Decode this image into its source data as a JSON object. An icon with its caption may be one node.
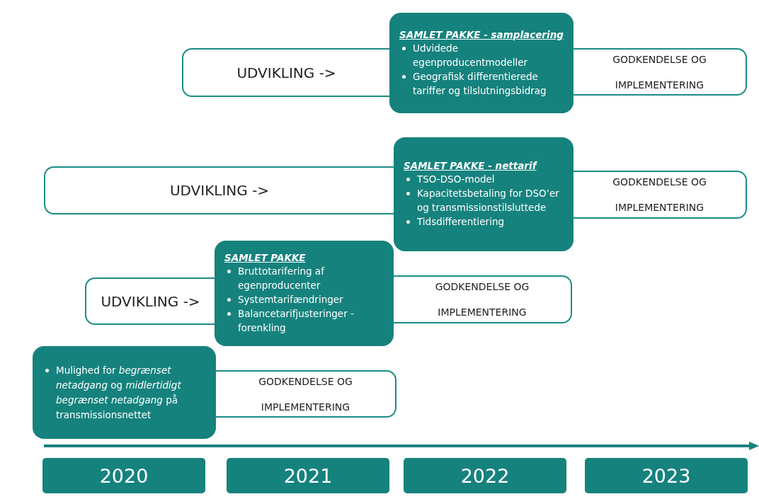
{
  "diagram": {
    "nodes": [
      {
        "text": [
          "UDVIKLING ->"
        ]
      },
      {
        "text": [
          "SAMLET PAKKE - samplacering",
          "Udvidede egenproducentmodeller",
          "Geografisk differentierede tariffer og tilslutningsbidrag"
        ]
      },
      {
        "text": [
          "GODKENDELSE OG IMPLEMENTERING"
        ]
      },
      {
        "text": [
          "UDVIKLING ->"
        ]
      },
      {
        "text": [
          "SAMLET PAKKE - nettarif",
          "TSO-DSO-model",
          "Kapacitetsbetaling for DSO’er og transmissionstilsluttede",
          "Tidsdifferentiering"
        ]
      },
      {
        "text": [
          "GODKENDELSE OG IMPLEMENTERING"
        ]
      },
      {
        "text": [
          "UDVIKLING ->"
        ]
      },
      {
        "text": [
          "SAMLET PAKKE",
          "Bruttotarifering af egenproducenter",
          "Systemtarifændringer",
          "Balancetarifjusteringer - forenkling"
        ]
      },
      {
        "text": [
          "GODKENDELSE OG IMPLEMENTERING"
        ]
      },
      {
        "text": [
          "Mulighed for *begrænset netadgang*  og *midlertidigt begrænset netadgang* på transmissionsnettet"
        ]
      },
      {
        "text": [
          "GODKENDELSE OG IMPLEMENTERING"
        ]
      },
      {
        "text": [
          "2020"
        ]
      },
      {
        "text": [
          "2021"
        ]
      },
      {
        "text": [
          "2022"
        ]
      },
      {
        "text": [
          "2023"
        ]
      }
    ]
  }
}
